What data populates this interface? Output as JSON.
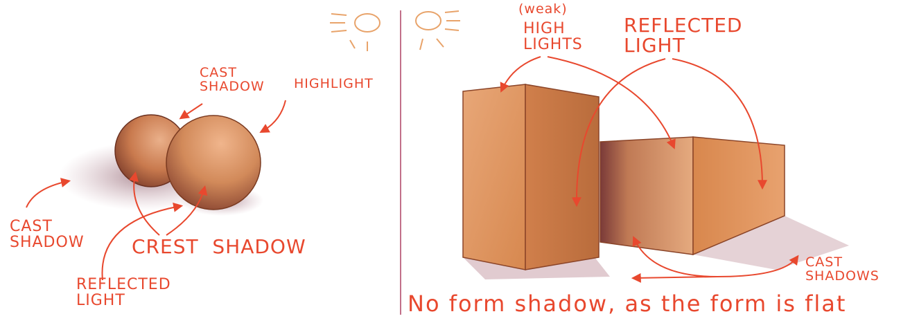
{
  "colors": {
    "annotation": "#e8482e",
    "object_base": "#d98a55",
    "object_shadow": "#8a4a3a",
    "divider": "#c2708a",
    "sun": "#e8a36a"
  },
  "left_panel": {
    "labels": {
      "cast_shadow_top": "CAST\nSHADOW",
      "highlight": "HIGHLIGHT",
      "cast_shadow_left": "CAST\nSHADOW",
      "crest_shadow": "CREST  SHADOW",
      "reflected_light": "REFLECTED\nLIGHT"
    }
  },
  "right_panel": {
    "labels": {
      "weak": "(weak)",
      "highlights": "HIGH\nLIGHTS",
      "reflected_light": "REFLECTED\nLIGHT",
      "cast_shadows": "CAST\nSHADOWS"
    },
    "caption": "No form shadow, as the form is flat"
  },
  "icons": [
    "sun-icon",
    "sun-icon"
  ]
}
